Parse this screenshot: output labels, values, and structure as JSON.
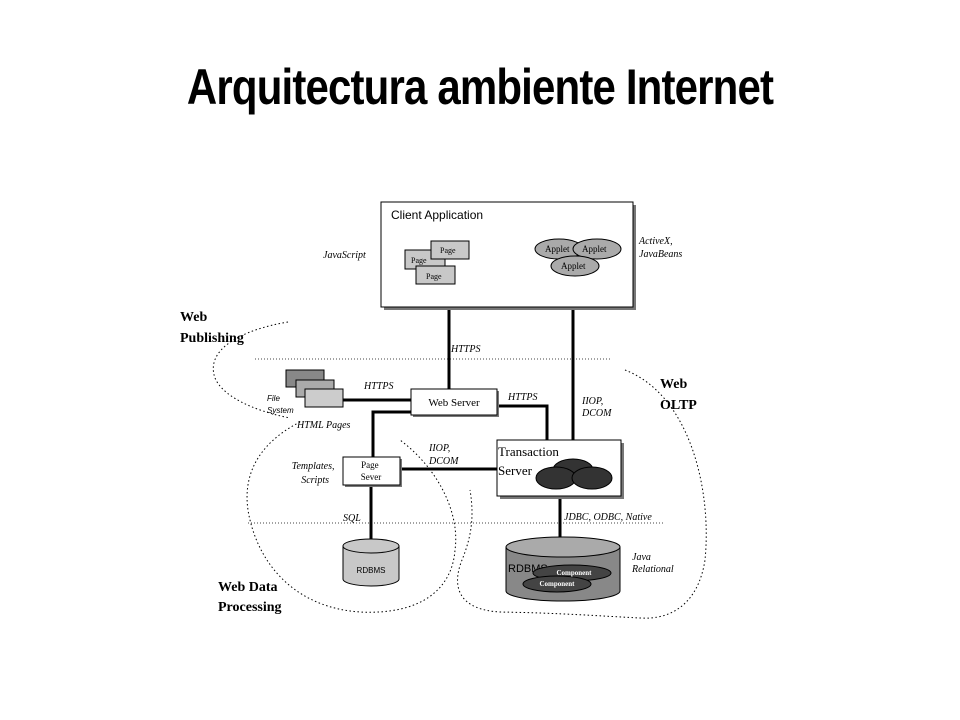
{
  "title": "Arquitectura ambiente Internet",
  "regions": {
    "web_publishing": [
      "Web",
      "Publishing"
    ],
    "web_oltp": [
      "Web",
      "OLTP"
    ],
    "web_data_processing": [
      "Web Data",
      "Processing"
    ]
  },
  "client": {
    "title": "Client Application",
    "pages": [
      "Page",
      "Page",
      "Page"
    ],
    "applets": [
      "Applet",
      "Applet",
      "Applet"
    ],
    "javascript": "JavaScript",
    "activex": [
      "ActiveX,",
      "JavaBeans"
    ]
  },
  "web_server": "Web Server",
  "transaction_server": [
    "Transaction",
    "Server"
  ],
  "page_server": [
    "Page",
    "Sever"
  ],
  "file_system": [
    "File",
    "System"
  ],
  "html_pages": "HTML Pages",
  "templates": [
    "Templates,",
    "Scripts"
  ],
  "rdbms_left": "RDBMS",
  "rdbms_right": "RDBMS",
  "components": [
    "Component",
    "Component"
  ],
  "connections": {
    "https_top": "HTTPS",
    "https_left": "HTTPS",
    "https_mid": "HTTPS",
    "iiop_right": [
      "IIOP,",
      "DCOM"
    ],
    "iiop_mid": [
      "IIOP,",
      "DCOM"
    ],
    "sql": "SQL",
    "jdbc": "JDBC, ODBC, Native",
    "java_relational": [
      "Java",
      "Relational"
    ]
  }
}
